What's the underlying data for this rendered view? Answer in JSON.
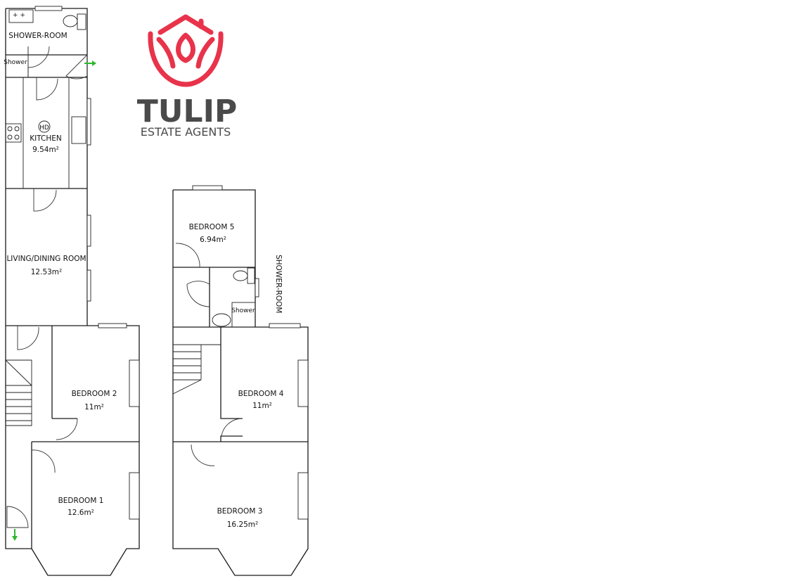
{
  "rooms": {
    "shower_room_ground": {
      "name": "SHOWER-ROOM"
    },
    "shower_ground": {
      "name": "Shower"
    },
    "kitchen": {
      "name": "KITCHEN",
      "area": "9.54m²",
      "appliance": "HD"
    },
    "living": {
      "name": "LIVING/DINING ROOM",
      "area": "12.53m²"
    },
    "bedroom1": {
      "name": "BEDROOM 1",
      "area": "12.6m²"
    },
    "bedroom2": {
      "name": "BEDROOM 2",
      "area": "11m²"
    },
    "bedroom3": {
      "name": "BEDROOM 3",
      "area": "16.25m²"
    },
    "bedroom4": {
      "name": "BEDROOM 4",
      "area": "11m²"
    },
    "bedroom5": {
      "name": "BEDROOM 5",
      "area": "6.94m²"
    },
    "shower_room_first": {
      "name": "SHOWER-ROOM"
    },
    "shower_first": {
      "name": "Shower"
    }
  },
  "logo": {
    "name": "TULIP",
    "tagline": "ESTATE AGENTS",
    "brand_color": "#e8334a",
    "text_color": "#4a4a4a"
  },
  "colors": {
    "arrow": "#2db82d",
    "wall": "#1a1a1a"
  }
}
